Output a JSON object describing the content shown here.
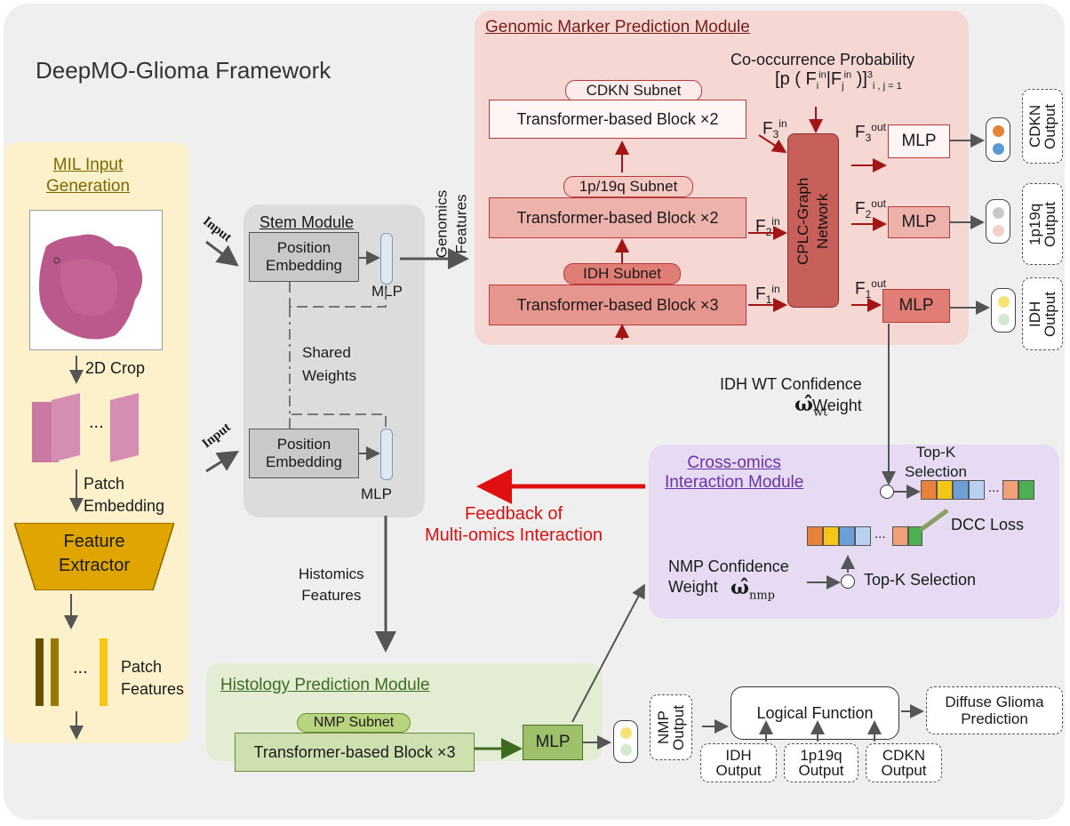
{
  "framework_title": "DeepMO-Glioma Framework",
  "mil": {
    "title": "MIL Input\nGeneration",
    "crop_label": "2D Crop",
    "ellipsis": "...",
    "patch_embedding_label": "Patch\nEmbedding",
    "feature_extractor": "Feature\nExtractor",
    "patch_features_label": "Patch\nFeatures"
  },
  "stem": {
    "title": "Stem Module",
    "input_label": "Input",
    "position_embedding": "Position\nEmbedding",
    "mlp_label": "MLP",
    "shared_weights": "Shared\nWeights"
  },
  "genomics_features": "Genomics\nFeatures",
  "histomics_features": "Histomics\nFeatures",
  "genomic_module": {
    "title": "Genomic Marker Prediction Module",
    "cooccurrence_label": "Co-occurrence Probability",
    "cooccurrence_p": "p",
    "cooccurrence_fi": "F",
    "cooccurrence_fi_sub": "i",
    "cooccurrence_fi_sup": "in",
    "cooccurrence_bar": "|",
    "cooccurrence_fj": "F",
    "cooccurrence_fj_sub": "j",
    "cooccurrence_fj_sup": "in",
    "cooccurrence_sup": "3",
    "cooccurrence_sub": "i , j = 1",
    "subnets": [
      {
        "name": "CDKN Subnet",
        "block": "Transformer-based Block ×2",
        "f_in": "F",
        "f_in_sub": "3",
        "f_in_sup": "in",
        "f_out": "F",
        "f_out_sub": "3",
        "f_out_sup": "out",
        "mlp": "MLP",
        "output": "CDKN\nOutput"
      },
      {
        "name": "1p/19q Subnet",
        "block": "Transformer-based Block ×2",
        "f_in": "F",
        "f_in_sub": "2",
        "f_in_sup": "in",
        "f_out": "F",
        "f_out_sub": "2",
        "f_out_sup": "out",
        "mlp": "MLP",
        "output": "1p19q\nOutput"
      },
      {
        "name": "IDH Subnet",
        "block": "Transformer-based Block ×3",
        "f_in": "F",
        "f_in_sub": "1",
        "f_in_sup": "in",
        "f_out": "F",
        "f_out_sub": "1",
        "f_out_sup": "out",
        "mlp": "MLP",
        "output": "IDH\nOutput"
      }
    ],
    "graph_network": "CPLC-Graph\nNetwork"
  },
  "idh_confidence": "IDH WT Confidence\nWeight",
  "idh_weight_symbol": "ω̂",
  "idh_weight_sub": "wt",
  "cross_omics": {
    "title": "Cross-omics\nInteraction Module",
    "topk_upper": "Top-K\nSelection",
    "dcc_loss": "DCC Loss",
    "nmp_confidence": "NMP Confidence\nWeight",
    "nmp_weight_symbol": "ω̂",
    "nmp_weight_sub": "nmp",
    "topk_lower": "Top-K Selection",
    "ellipsis": "..."
  },
  "feedback": "Feedback of\nMulti-omics Interaction",
  "histology": {
    "title": "Histology Prediction Module",
    "subnet": "NMP Subnet",
    "block": "Transformer-based Block ×3",
    "mlp": "MLP",
    "output": "NMP\nOutput"
  },
  "logical_function": "Logical Function",
  "diffuse_prediction": "Diffuse Glioma\nPrediction",
  "bottom_outputs": [
    "IDH\nOutput",
    "1p19q\nOutput",
    "CDKN\nOutput"
  ],
  "colors": {
    "arrow_red": "#a31515",
    "feedback_red": "#e01010",
    "genomic_bg": "#f5d8d4",
    "cross_bg": "#e6dbf3",
    "histology_bg": "#e2edd4",
    "mil_bg": "#fdf1cc",
    "stem_bg": "#dcdcdc",
    "outer_bg": "#efefef"
  }
}
